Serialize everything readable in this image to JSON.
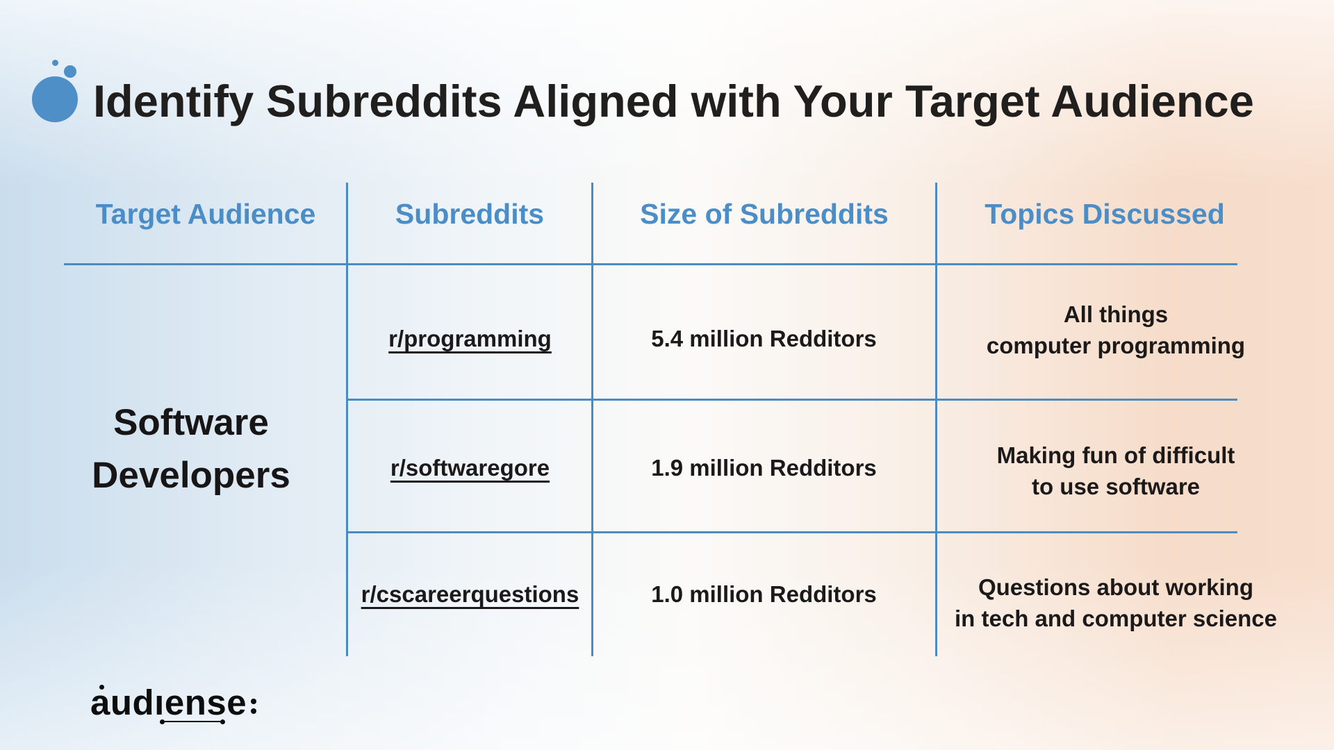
{
  "title": "Identify Subreddits Aligned with Your Target Audience",
  "colors": {
    "accent_blue": "#4b8ec7",
    "line_blue": "#4a8cc2",
    "text_dark": "#1b1919",
    "bg_left_blue": "#c9dded",
    "bg_right_peach": "#f6dcc9"
  },
  "table": {
    "headers": [
      "Target Audience",
      "Subreddits",
      "Size of Subreddits",
      "Topics Discussed"
    ],
    "audience": "Software\nDevelopers",
    "rows": [
      {
        "subreddit": "r/programming",
        "size": "5.4 million Redditors",
        "topics": "All things\ncomputer programming"
      },
      {
        "subreddit": "r/softwaregore",
        "size": "1.9 million Redditors",
        "topics": "Making fun of difficult\nto use software"
      },
      {
        "subreddit": "r/cscareerquestions",
        "size": "1.0 million Redditors",
        "topics": "Questions about working\nin tech and computer science"
      }
    ]
  },
  "brand": {
    "wordmark": "audıense"
  }
}
